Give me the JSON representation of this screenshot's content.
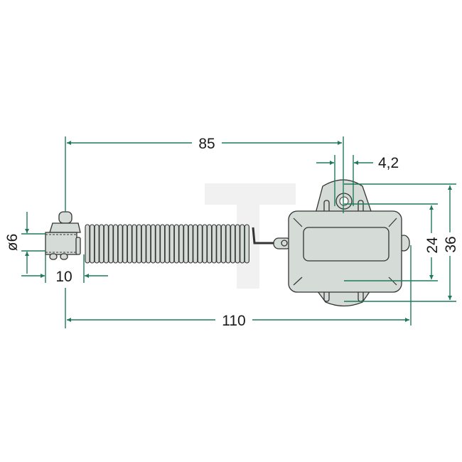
{
  "diagram": {
    "watermark": "T",
    "dimensions": {
      "pin_spacing": "85",
      "overall_length": "110",
      "hole_diameter": "4,2",
      "hole_spacing": "24",
      "flange_height": "36",
      "eye_diameter": "ø6",
      "eye_width": "10"
    },
    "colors": {
      "dimension_lines": "#1f7a5a",
      "part_fill": "#d5dcd8",
      "outline": "#333333",
      "watermark": "#f0f0f0"
    }
  }
}
